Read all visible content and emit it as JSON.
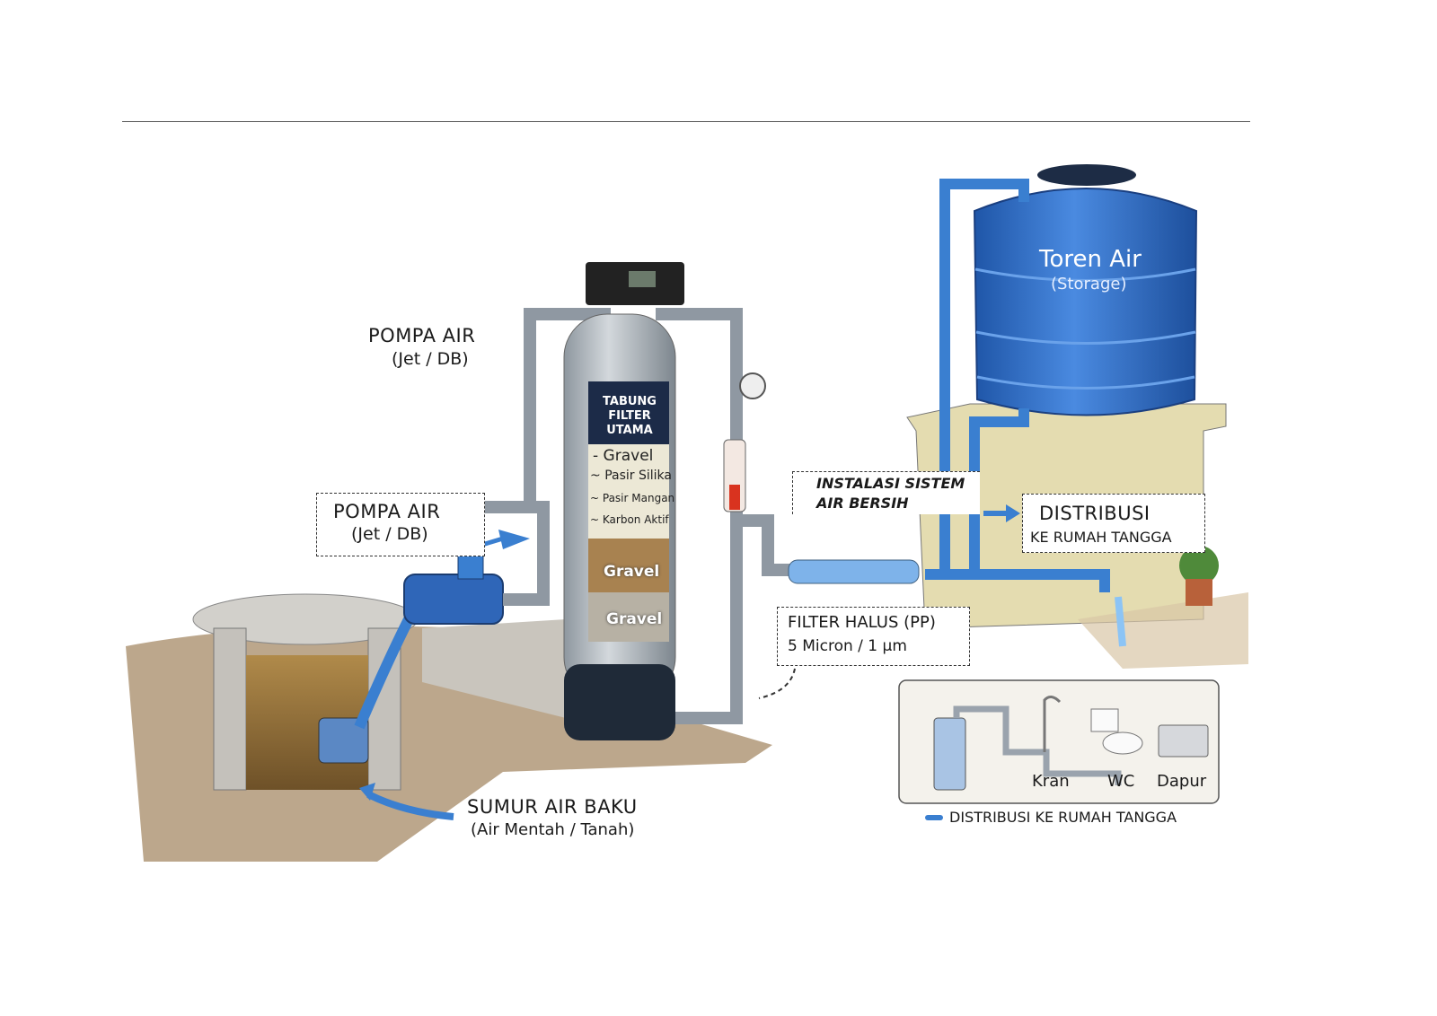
{
  "labels": {
    "pump_top_title": "POMPA AIR",
    "pump_top_sub": "(Jet / DB)",
    "pump_box_title": "POMPA AIR",
    "pump_box_sub": "(Jet / DB)",
    "tank_title_1": "TABUNG",
    "tank_title_2": "FILTER",
    "tank_title_3": "UTAMA",
    "media": [
      "Gravel",
      "Pasir Silika",
      "Pasir Mangan",
      "Karbon Aktif"
    ],
    "layer_upper": "Gravel",
    "layer_lower": "Gravel",
    "install_1": "INSTALASI SISTEM",
    "install_2": "AIR BERSIH",
    "dist_title": "DISTRIBUSI",
    "dist_sub": "KE RUMAH TANGGA",
    "storage_title": "Toren Air",
    "storage_sub": "(Storage)",
    "fine_filter_title": "FILTER HALUS (PP)",
    "fine_filter_sub": "5 Micron / 1 µm",
    "well_title": "SUMUR AIR BAKU",
    "well_sub": "(Air Mentah / Tanah)",
    "inset_kran": "Kran",
    "inset_wc": "WC",
    "inset_dapur": "Dapur",
    "legend": "DISTRIBUSI KE RUMAH TANGGA"
  },
  "colors": {
    "pipe_blue": "#3a7fd0",
    "tank_blue": "#2f6fc9",
    "pipe_gray": "#9aa3ad"
  }
}
